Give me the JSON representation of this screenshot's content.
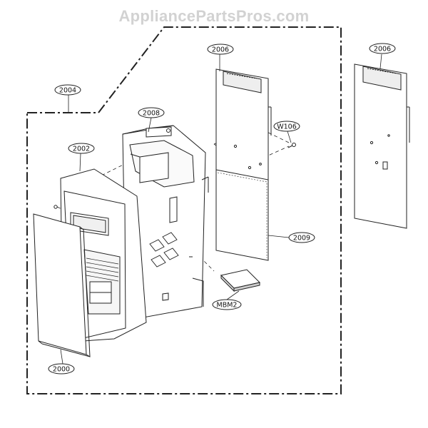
{
  "watermark": "AppliancePartsPros.com",
  "callouts": {
    "c2004": "2004",
    "c2006a": "2006",
    "c2006b": "2006",
    "c2008": "2008",
    "cW106": "W106",
    "c2002": "2002",
    "c2009": "2009",
    "cMBM2": "MBM2",
    "c2000": "2000"
  },
  "colors": {
    "line": "#222222",
    "watermark": "#d2d2d2",
    "fill": "#ffffff",
    "shade": "#e6e6e6"
  }
}
